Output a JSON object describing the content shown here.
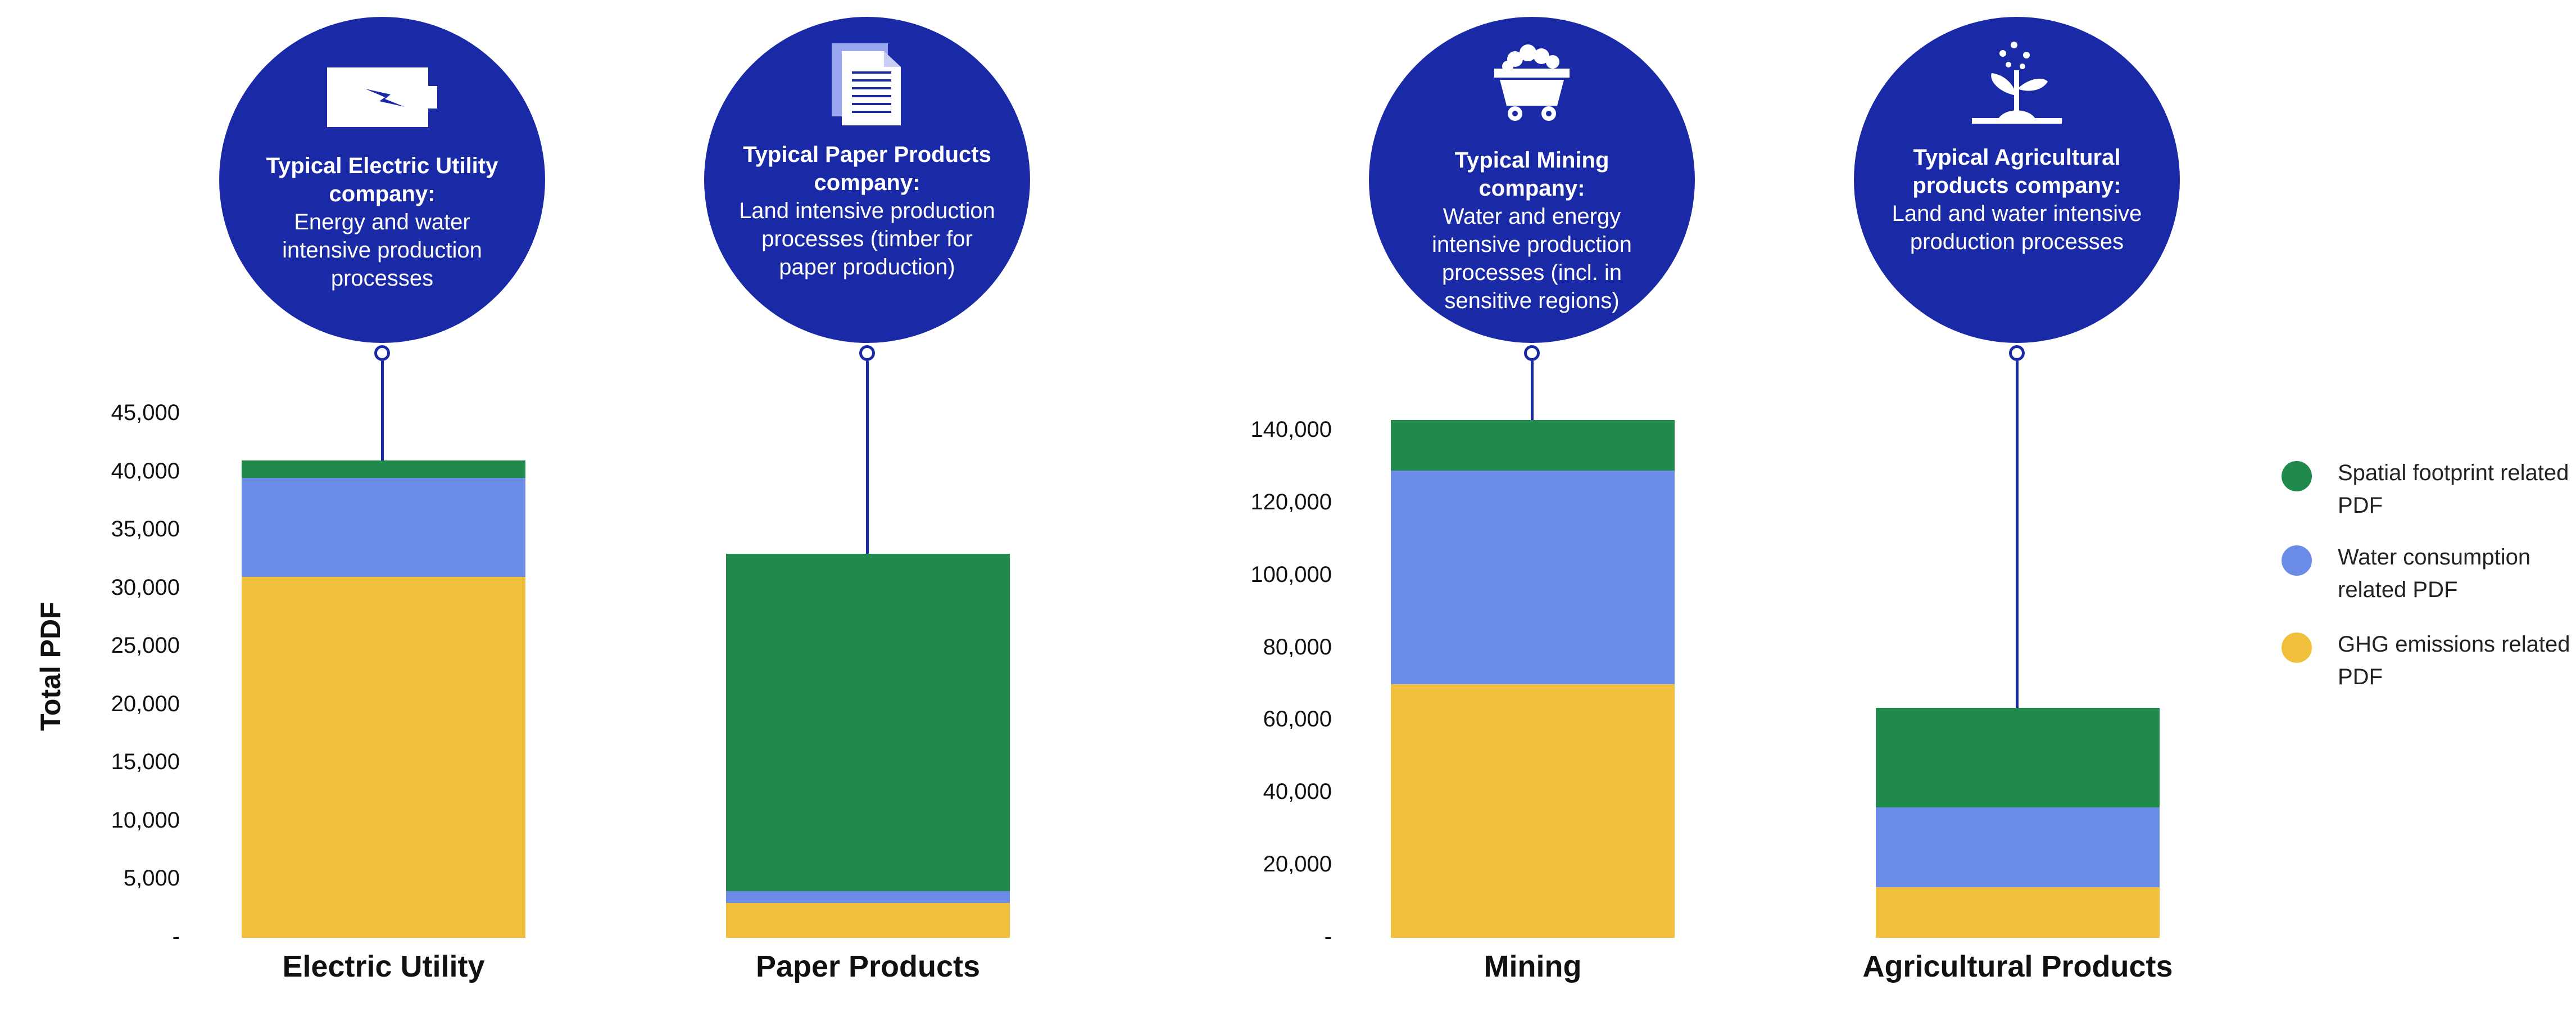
{
  "colors": {
    "bubble": "#1a2aa6",
    "spatial": "#1f8a4c",
    "water": "#6a8be6",
    "ghg": "#f0c03c"
  },
  "chart_data": {
    "type": "bar",
    "stacked": true,
    "ylabel": "Total PDF",
    "legend_position": "right",
    "legend": [
      {
        "key": "spatial",
        "label": "Spatial footprint related PDF"
      },
      {
        "key": "water",
        "label": "Water consumption related PDF"
      },
      {
        "key": "ghg",
        "label": "GHG emissions related PDF"
      }
    ],
    "panels": [
      {
        "category": "Electric Utility",
        "ylim": [
          0,
          45000
        ],
        "yticks": [
          "-",
          "5,000",
          "10,000",
          "15,000",
          "20,000",
          "25,000",
          "30,000",
          "35,000",
          "40,000",
          "45,000"
        ],
        "ghg": 31000,
        "water": 8500,
        "spatial": 1500,
        "bubble_title": "Typical Electric Utility company:",
        "bubble_desc": "Energy and water intensive production processes",
        "icon": "battery-bolt-icon"
      },
      {
        "category": "Paper Products",
        "ylim": [
          0,
          45000
        ],
        "ghg": 3000,
        "water": 1000,
        "spatial": 29000,
        "bubble_title": "Typical Paper Products company:",
        "bubble_desc": "Land intensive production processes (timber for paper production)",
        "icon": "document-icon"
      },
      {
        "category": "Mining",
        "ylim": [
          0,
          140000
        ],
        "yticks": [
          "-",
          "20,000",
          "40,000",
          "60,000",
          "80,000",
          "100,000",
          "120,000",
          "140,000"
        ],
        "ghg": 70000,
        "water": 59000,
        "spatial": 14000,
        "bubble_title": "Typical Mining company:",
        "bubble_desc": "Water and energy intensive production processes (incl. in sensitive regions)",
        "icon": "mine-cart-icon"
      },
      {
        "category": "Agricultural Products",
        "ylim": [
          0,
          140000
        ],
        "ghg": 14000,
        "water": 22000,
        "spatial": 27500,
        "bubble_title": "Typical Agricultural products company:",
        "bubble_desc": "Land and water intensive production processes",
        "icon": "plant-sprout-icon"
      }
    ]
  }
}
